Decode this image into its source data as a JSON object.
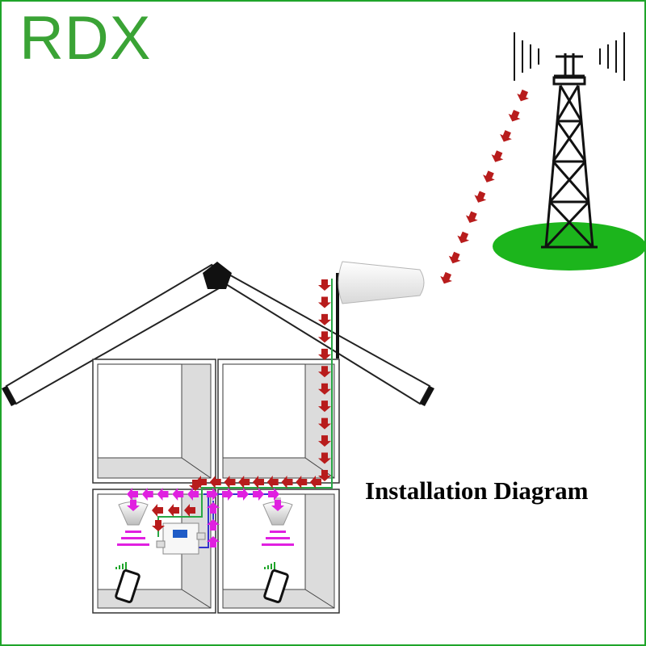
{
  "brand": {
    "logo_text": "RDX",
    "color": "#3aa335"
  },
  "diagram": {
    "title": "Installation Diagram",
    "colors": {
      "frame": "#1fa52a",
      "downlink_arrows": "#b81c1c",
      "indoor_arrows": "#e020e0",
      "outdoor_cable": "#28a745",
      "indoor_cable": "#3333cc",
      "ground": "#1cb51c"
    },
    "components": [
      {
        "name": "cell-tower",
        "icon": "cell-tower-icon"
      },
      {
        "name": "outdoor-antenna",
        "icon": "log-periodic-antenna-icon"
      },
      {
        "name": "signal-booster",
        "icon": "repeater-icon"
      },
      {
        "name": "indoor-ceiling-antenna",
        "icon": "ceiling-antenna-icon",
        "count": 2
      },
      {
        "name": "mobile-phone",
        "icon": "smartphone-icon",
        "count": 2
      }
    ]
  }
}
